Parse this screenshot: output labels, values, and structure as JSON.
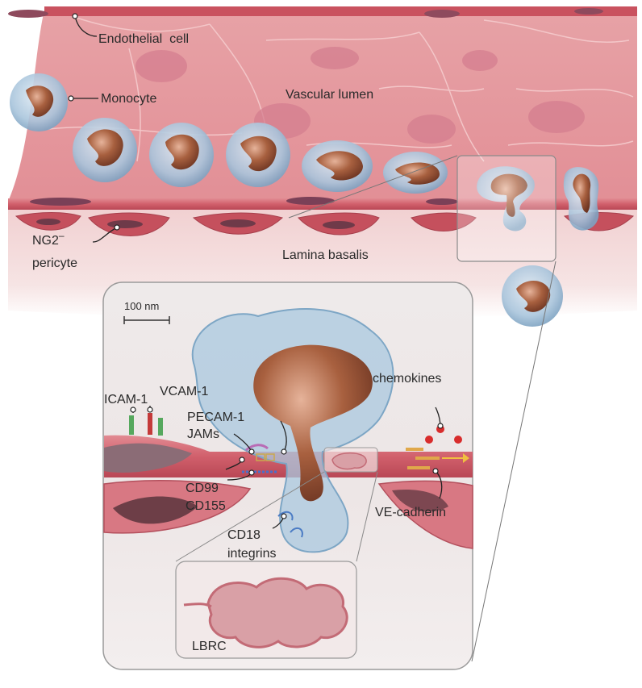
{
  "labels": {
    "endothelial_cell": "Endothelial  cell",
    "monocyte": "Monocyte",
    "vascular_lumen": "Vascular lumen",
    "ng2_pericyte_line1": "NG2",
    "ng2_pericyte_sup": "–",
    "ng2_pericyte_line2": "pericyte",
    "lamina_basalis": "Lamina basalis",
    "scale_bar": "100 nm",
    "icam1": "ICAM-1",
    "vcam1": "VCAM-1",
    "pecam1": "PECAM-1",
    "jams": "JAMs",
    "chemokines": "chemokines",
    "cd99": "CD99",
    "cd155": "CD155",
    "ve_cadherin": "VE-cadherin",
    "cd18": "CD18",
    "integrins": "integrins",
    "lbrc": "LBRC"
  },
  "colors": {
    "lumen_pink": "#e8a3a8",
    "endothelium": "#d9737d",
    "membrane_red": "#c94452",
    "basal_lamina": "#f3dada",
    "nucleus": "#a8576a",
    "monocyte_halo": "#8fb3cf",
    "monocyte_nucleus": "#9a5a3e",
    "inset_bg": "#f1eceb"
  }
}
